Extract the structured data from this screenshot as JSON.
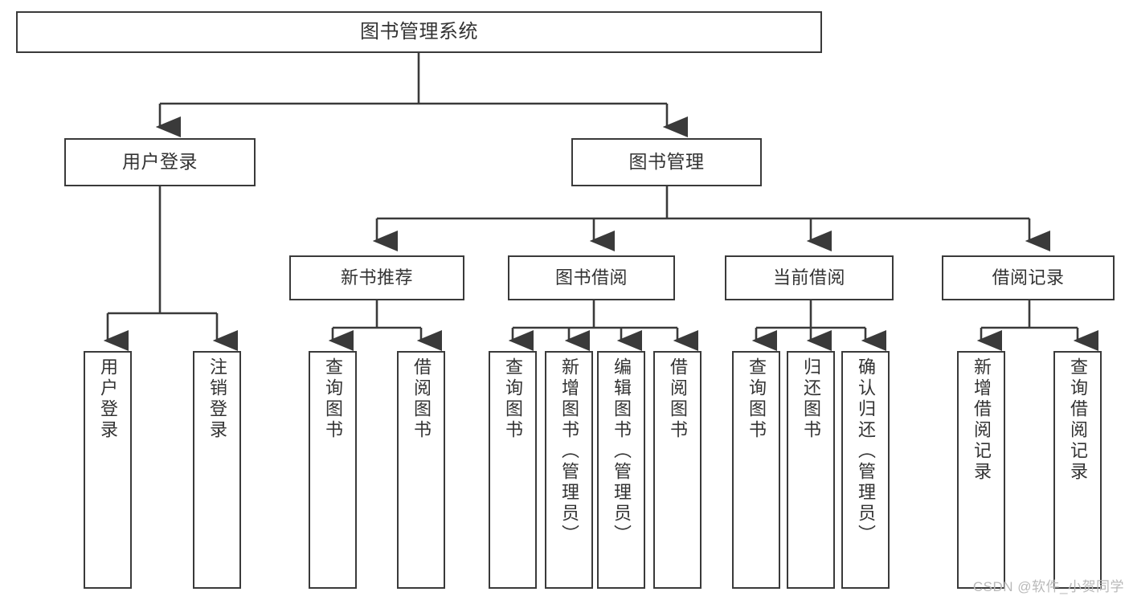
{
  "diagram": {
    "title": "图书管理系统",
    "type": "tree-structure-chart",
    "background_color": "#ffffff",
    "line_color": "#3a3a3a",
    "text_color": "#333333"
  },
  "nodes": {
    "root": {
      "label": "图书管理系统"
    },
    "level2": [
      {
        "label": "用户登录"
      },
      {
        "label": "图书管理"
      }
    ],
    "level3": [
      {
        "label": "新书推荐"
      },
      {
        "label": "图书借阅"
      },
      {
        "label": "当前借阅"
      },
      {
        "label": "借阅记录"
      }
    ],
    "leaves_user_login": [
      {
        "label": "用户登录"
      },
      {
        "label": "注销登录"
      }
    ],
    "leaves_new_book": [
      {
        "label": "查询图书"
      },
      {
        "label": "借阅图书"
      }
    ],
    "leaves_borrow": [
      {
        "label": "查询图书"
      },
      {
        "label": "新增图书（管理员）"
      },
      {
        "label": "编辑图书（管理员）"
      },
      {
        "label": "借阅图书"
      }
    ],
    "leaves_current": [
      {
        "label": "查询图书"
      },
      {
        "label": "归还图书"
      },
      {
        "label": "确认归还（管理员）"
      }
    ],
    "leaves_record": [
      {
        "label": "新增借阅记录"
      },
      {
        "label": "查询借阅记录"
      }
    ]
  },
  "watermark": {
    "text": "CSDN @软件_小贺同学"
  },
  "chart_data": {
    "type": "tree",
    "title": "图书管理系统",
    "root": "图书管理系统",
    "edges": [
      [
        "图书管理系统",
        "用户登录"
      ],
      [
        "图书管理系统",
        "图书管理"
      ],
      [
        "用户登录",
        "用户登录"
      ],
      [
        "用户登录",
        "注销登录"
      ],
      [
        "图书管理",
        "新书推荐"
      ],
      [
        "图书管理",
        "图书借阅"
      ],
      [
        "图书管理",
        "当前借阅"
      ],
      [
        "图书管理",
        "借阅记录"
      ],
      [
        "新书推荐",
        "查询图书"
      ],
      [
        "新书推荐",
        "借阅图书"
      ],
      [
        "图书借阅",
        "查询图书"
      ],
      [
        "图书借阅",
        "新增图书（管理员）"
      ],
      [
        "图书借阅",
        "编辑图书（管理员）"
      ],
      [
        "图书借阅",
        "借阅图书"
      ],
      [
        "当前借阅",
        "查询图书"
      ],
      [
        "当前借阅",
        "归还图书"
      ],
      [
        "当前借阅",
        "确认归还（管理员）"
      ],
      [
        "借阅记录",
        "新增借阅记录"
      ],
      [
        "借阅记录",
        "查询借阅记录"
      ]
    ],
    "depth": 4,
    "leaf_count": 13
  }
}
